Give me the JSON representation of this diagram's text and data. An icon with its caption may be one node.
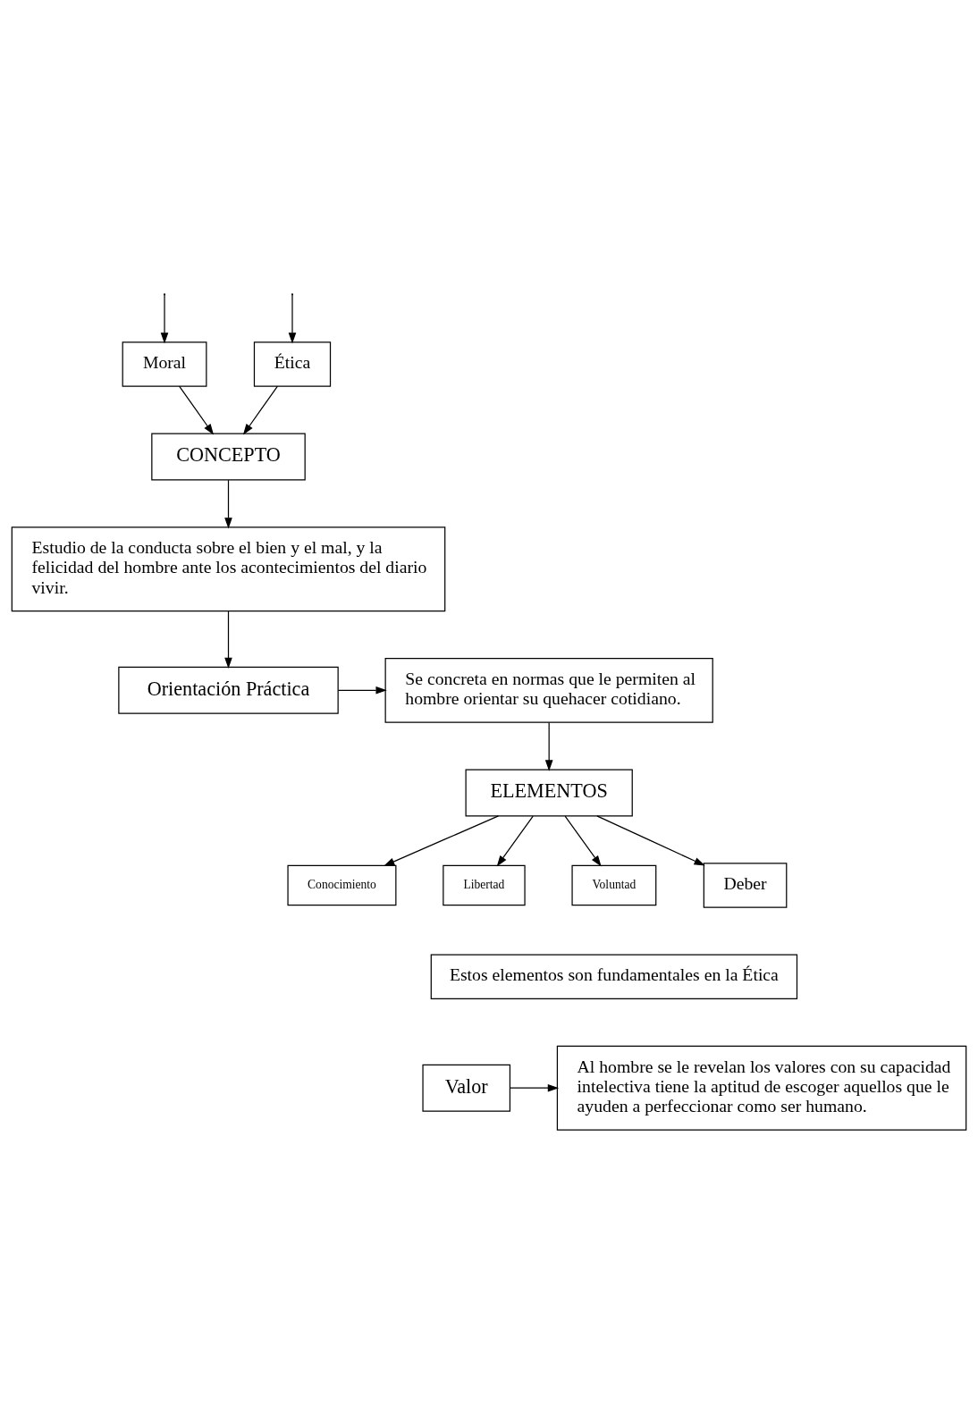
{
  "diagram": {
    "nodes": [
      {
        "text": [
          "Ética"
        ]
      },
      {
        "text": [
          "Moral"
        ]
      },
      {
        "text": [
          "CONCEPTO"
        ]
      },
      {
        "text": [
          "Estudio de la conducta sobre el bien y el mal, y la felicidad del hombre ante los acontecimientos del diario vivir."
        ]
      },
      {
        "text": [
          "Orientación Práctica"
        ]
      },
      {
        "text": [
          "Se concreta en normas que le permiten al hombre orientar su quehacer cotidiano."
        ]
      },
      {
        "text": [
          "ELEMENTOS"
        ]
      },
      {
        "text": [
          "Conocimiento"
        ]
      },
      {
        "text": [
          "Libertad"
        ]
      },
      {
        "text": [
          "Voluntad"
        ]
      },
      {
        "text": [
          "Deber"
        ]
      },
      {
        "text": [
          "Estos elementos son fundamentales en la Ética"
        ]
      },
      {
        "text": [
          "Valor"
        ]
      },
      {
        "text": [
          "Al hombre se le revelan los valores con su capacidad intelectiva tiene la aptitud de escoger aquellos que le ayuden a perfeccionar como ser humano."
        ]
      }
    ],
    "edges": [
      {
        "from": null,
        "to": 0,
        "arrow": "to"
      },
      {
        "from": null,
        "to": 1,
        "arrow": "to"
      },
      {
        "from": 0,
        "to": 2,
        "arrow": "to"
      },
      {
        "from": 1,
        "to": 2,
        "arrow": "to"
      },
      {
        "from": 2,
        "to": 3,
        "arrow": "to"
      },
      {
        "from": 3,
        "to": 4,
        "arrow": "to"
      },
      {
        "from": 4,
        "to": 5,
        "arrow": "to"
      },
      {
        "from": 5,
        "to": 6,
        "arrow": "to"
      },
      {
        "from": 6,
        "to": 7,
        "arrow": "to"
      },
      {
        "from": 6,
        "to": 8,
        "arrow": "to"
      },
      {
        "from": 6,
        "to": 9,
        "arrow": "to"
      },
      {
        "from": 6,
        "to": 10,
        "arrow": "to"
      },
      {
        "from": 12,
        "to": 13,
        "arrow": "to"
      }
    ]
  }
}
